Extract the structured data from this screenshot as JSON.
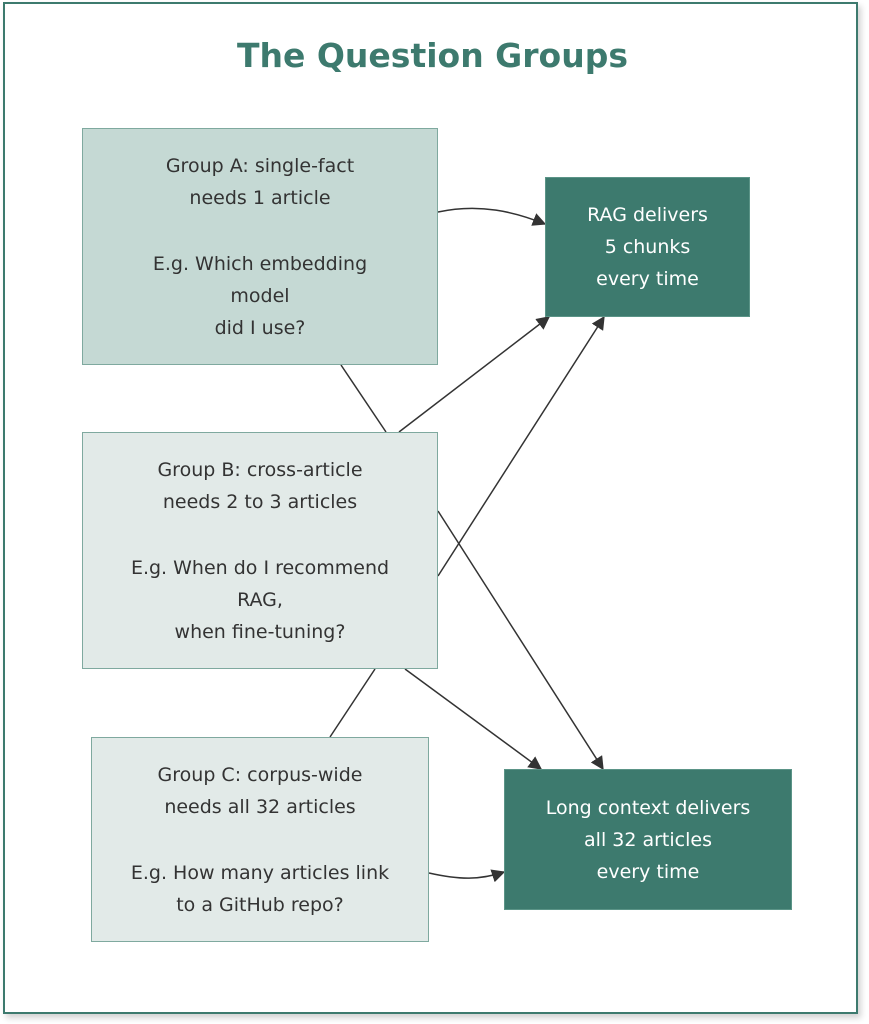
{
  "title": "The Question Groups",
  "groups": [
    {
      "heading": "Group A: single-fact",
      "need": "needs 1 article",
      "example": [
        "E.g. Which embedding",
        "model",
        "did I use?"
      ]
    },
    {
      "heading": "Group B: cross-article",
      "need": "needs 2 to 3 articles",
      "example": [
        "E.g. When do I recommend",
        "RAG,",
        "when fine-tuning?"
      ]
    },
    {
      "heading": "Group C: corpus-wide",
      "need": "needs all 32 articles",
      "example": [
        "E.g. How many articles link",
        "to a GitHub repo?"
      ]
    }
  ],
  "outcomes": [
    {
      "lines": [
        "RAG delivers",
        "5 chunks",
        "every time"
      ]
    },
    {
      "lines": [
        "Long context delivers",
        "all 32 articles",
        "every time"
      ]
    }
  ],
  "colors": {
    "accent": "#3d7a6e",
    "group_a_fill": "#c5d9d4",
    "group_bc_fill": "#e2eae8",
    "edge": "#333333"
  }
}
